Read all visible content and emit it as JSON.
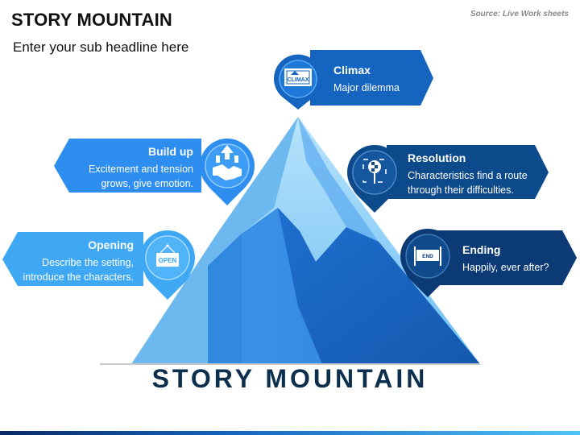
{
  "header": {
    "title": "STORY MOUNTAIN",
    "subtitle": "Enter your sub headline here",
    "source": "Source: Live Work sheets"
  },
  "mountain_label": "STORY MOUNTAIN",
  "stages": {
    "climax": {
      "title": "Climax",
      "description": "Major dilemma",
      "icon": "climax-sign-icon",
      "icon_text": "CLIMAX",
      "color": "#1565c0"
    },
    "build_up": {
      "title": "Build up",
      "description": "Excitement and tension grows, give emotion.",
      "icon": "handshake-growth-icon",
      "color": "#2e8ef0"
    },
    "resolution": {
      "title": "Resolution",
      "description": "Characteristics find a route through their difficulties.",
      "icon": "checkered-flag-target-icon",
      "color": "#0d4a8c"
    },
    "opening": {
      "title": "Opening",
      "description": "Describe the setting, introduce the characters.",
      "icon": "open-sign-icon",
      "icon_text": "OPEN",
      "color": "#3ea8f5"
    },
    "ending": {
      "title": "Ending",
      "description": "Happily, ever after?",
      "icon": "end-banner-icon",
      "icon_text": "END",
      "color": "#0b3a75"
    }
  },
  "colors": {
    "title_dark": "#0d2f4e",
    "mountain_light": "#8fd0f7",
    "mountain_mid": "#4a9ff0",
    "mountain_dark": "#1565c0"
  }
}
